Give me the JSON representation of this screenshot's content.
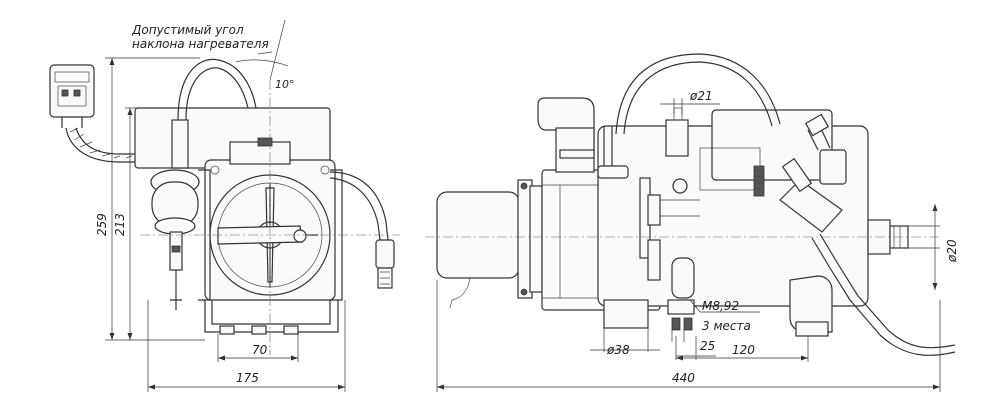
{
  "annotations": {
    "tilt_line1": "Допустимый угол",
    "tilt_line2": "наклона нагревателя",
    "angle": "10°"
  },
  "dimensions": {
    "front_height_total": "259",
    "front_height": "213",
    "front_base_width": "70",
    "front_width": "175",
    "side_length": "440",
    "side_outlet_dia": "ø38",
    "side_pipe_dia": "ø21",
    "side_inlet_dia": "ø20",
    "mount_thread": "M8,92",
    "mount_count": "3 места",
    "mount_offset": "25",
    "mount_spacing": "120"
  },
  "colors": {
    "line": "#333333",
    "background": "#ffffff"
  }
}
